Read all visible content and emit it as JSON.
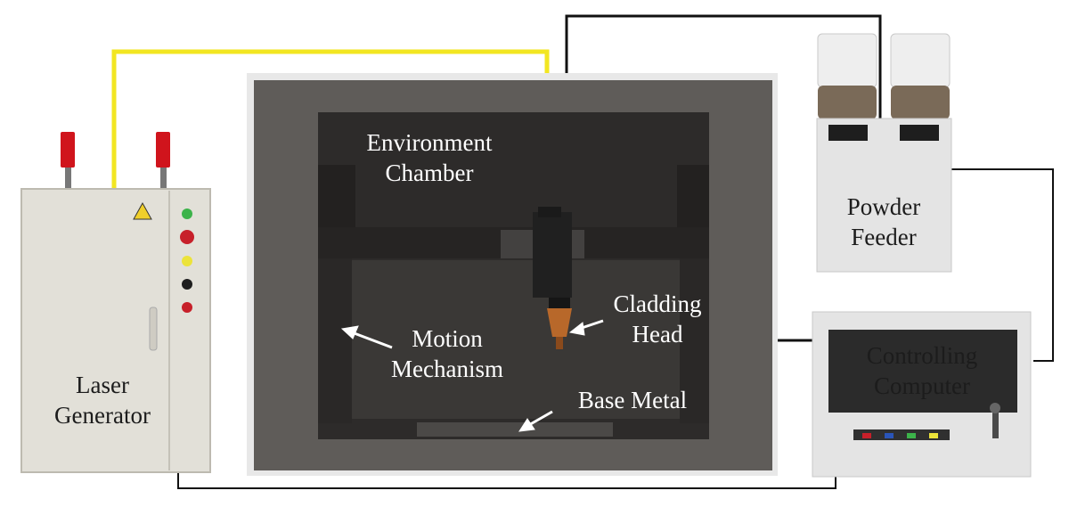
{
  "labels": {
    "environment_chamber": [
      "Environment",
      "Chamber"
    ],
    "cladding_head": [
      "Cladding",
      "Head"
    ],
    "motion_mechanism": [
      "Motion",
      "Mechanism"
    ],
    "base_metal": "Base Metal",
    "laser_generator": [
      "Laser",
      "Generator"
    ],
    "powder_feeder": [
      "Powder",
      "Feeder"
    ],
    "controlling_computer": [
      "Controlling",
      "Computer"
    ]
  },
  "colors": {
    "laser_fiber": "#f2e621",
    "signal_wire": "#111111",
    "cabinet": "#e2e0d8",
    "chamber_frame": "#5f5c59",
    "chamber_interior": "#2d2b2a",
    "beacon_red": "#d0141c",
    "button_green": "#3cb34a",
    "button_red": "#c7202a",
    "button_yellow": "#ece33a",
    "button_black": "#1e1e1e",
    "hopper_powder": "#7a6a58",
    "nozzle_copper": "#b8682a"
  },
  "icons": [
    "warning-icon",
    "beacon-icon",
    "hopper-icon",
    "joystick-icon",
    "keyboard-icon",
    "arrow-icon"
  ]
}
